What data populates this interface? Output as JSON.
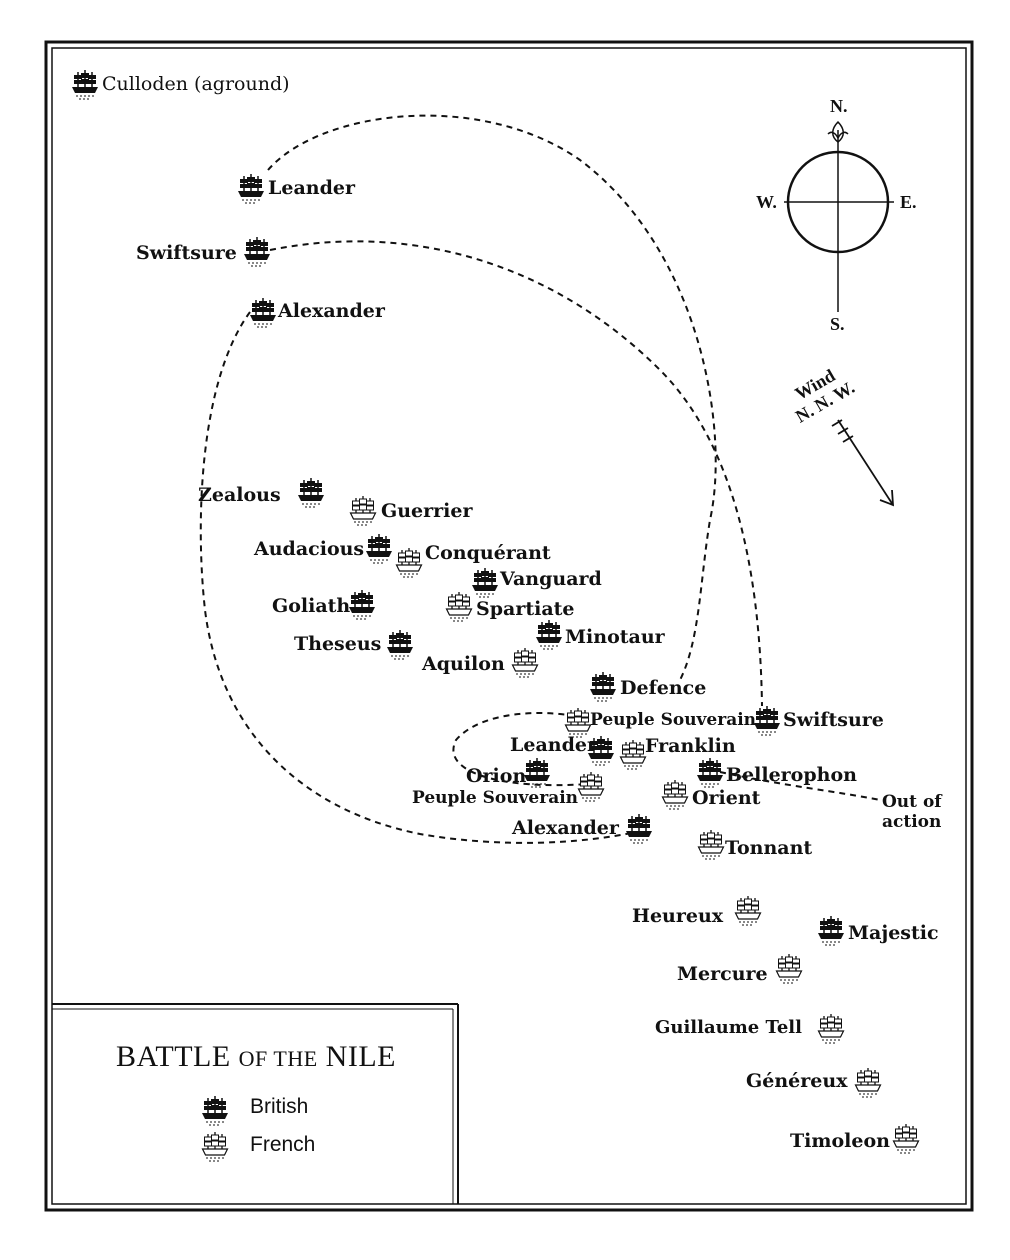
{
  "map": {
    "legend": {
      "title_a": "BATTLE",
      "title_b": "OF THE",
      "title_c": "NILE",
      "items": [
        {
          "label": "British",
          "side": "british"
        },
        {
          "label": "French",
          "side": "french"
        }
      ]
    },
    "compass": {
      "n": "N.",
      "s": "S.",
      "e": "E.",
      "w": "W."
    },
    "wind": {
      "line1": "Wind",
      "line2": "N. N. W."
    },
    "out_of_action": {
      "line1": "Out of",
      "line2": "action"
    },
    "british_ships": [
      {
        "name": "Culloden (aground)"
      },
      {
        "name": "Leander"
      },
      {
        "name": "Swiftsure"
      },
      {
        "name": "Alexander"
      },
      {
        "name": "Zealous"
      },
      {
        "name": "Audacious"
      },
      {
        "name": "Goliath"
      },
      {
        "name": "Theseus"
      },
      {
        "name": "Vanguard"
      },
      {
        "name": "Minotaur"
      },
      {
        "name": "Defence"
      },
      {
        "name": "Swiftsure"
      },
      {
        "name": "Leander"
      },
      {
        "name": "Orion"
      },
      {
        "name": "Bellerophon"
      },
      {
        "name": "Alexander"
      },
      {
        "name": "Majestic"
      }
    ],
    "french_ships": [
      {
        "name": "Guerrier"
      },
      {
        "name": "Conquérant"
      },
      {
        "name": "Spartiate"
      },
      {
        "name": "Aquilon"
      },
      {
        "name": "Peuple Souverain"
      },
      {
        "name": "Franklin"
      },
      {
        "name": "Peuple Souverain"
      },
      {
        "name": "Orient"
      },
      {
        "name": "Tonnant"
      },
      {
        "name": "Heureux"
      },
      {
        "name": "Mercure"
      },
      {
        "name": "Guillaume Tell"
      },
      {
        "name": "Généreux"
      },
      {
        "name": "Timoleon"
      }
    ]
  }
}
